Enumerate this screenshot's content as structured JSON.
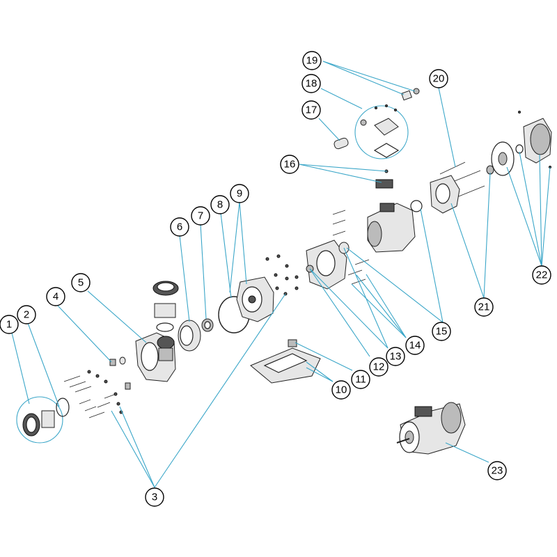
{
  "callouts": [
    {
      "label": "1"
    },
    {
      "label": "2"
    },
    {
      "label": "3"
    },
    {
      "label": "4"
    },
    {
      "label": "5"
    },
    {
      "label": "6"
    },
    {
      "label": "7"
    },
    {
      "label": "8"
    },
    {
      "label": "9"
    },
    {
      "label": "10"
    },
    {
      "label": "11"
    },
    {
      "label": "12"
    },
    {
      "label": "13"
    },
    {
      "label": "14"
    },
    {
      "label": "15"
    },
    {
      "label": "16"
    },
    {
      "label": "17"
    },
    {
      "label": "18"
    },
    {
      "label": "19"
    },
    {
      "label": "20"
    },
    {
      "label": "21"
    },
    {
      "label": "22"
    },
    {
      "label": "23"
    }
  ],
  "colors": {
    "leader": "#3aa6c8",
    "outline": "#000000"
  }
}
